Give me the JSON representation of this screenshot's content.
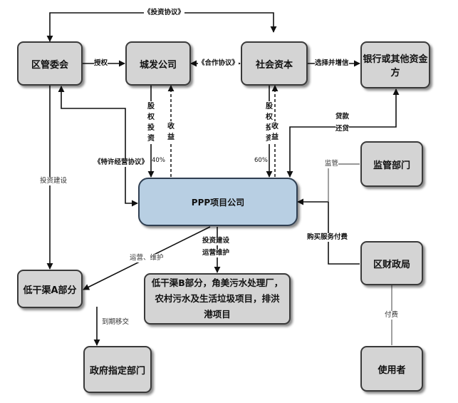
{
  "nodes": {
    "district_committee": "区管委会",
    "urban_dev_company": "城发公司",
    "social_capital": "社会资本",
    "banks": "银行或其他资金方",
    "supervision_dept": "监管部门",
    "ppp_company": "PPP项目公司",
    "finance_bureau": "区财政局",
    "section_a": "低干渠A部分",
    "section_b_projects": "低干渠B部分，角美污水处理厂，农村污水及生活垃圾项目，排洪港项目",
    "gov_designated_dept": "政府指定部门",
    "users": "使用者"
  },
  "edges": {
    "investment_agreement": "《投资协议》",
    "authorization": "授权",
    "cooperation_agreement": "《合作协议》",
    "select_and_credit": "选择并增信",
    "equity_investment_left": "股权投资",
    "returns_left": "收益",
    "equity_investment_right": "股权投资",
    "returns_right": "收益",
    "pct_left": "40%",
    "pct_right": "60%",
    "concession_agreement": "《特许经营协议》",
    "invest_build": "投资建设",
    "loan_repay_1": "贷款",
    "loan_repay_2": "还贷",
    "supervision": "监管",
    "purchase_service": "购买服务付费",
    "operate_maintain": "运营、维护",
    "invest_build_operate_1": "投资建设",
    "invest_build_operate_2": "运营维护",
    "handover": "到期移交",
    "pay_fee": "付费"
  }
}
